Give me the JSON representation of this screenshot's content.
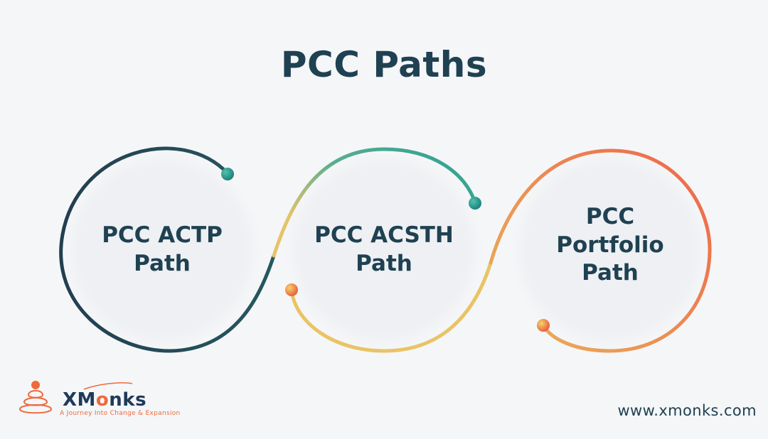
{
  "title": "PCC Paths",
  "paths": [
    {
      "lines": [
        "PCC ACTP",
        "Path"
      ],
      "color": "#244454"
    },
    {
      "lines": [
        "PCC ACSTH",
        "Path"
      ],
      "color_start": "#e9c366",
      "color_end": "#2b9f92"
    },
    {
      "lines": [
        "PCC",
        "Portfolio",
        "Path"
      ],
      "color_start": "#e9b45a",
      "color_end": "#ee6a4c"
    }
  ],
  "logo": {
    "name_part1": "X",
    "name_part2": "M",
    "name_o": "o",
    "name_part3": "nks",
    "tagline": "A Journey Into Change & Expansion"
  },
  "website": "www.xmonks.com"
}
